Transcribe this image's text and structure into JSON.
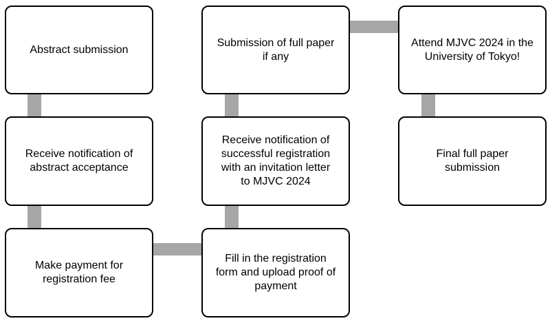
{
  "steps": [
    {
      "label": "Abstract submission"
    },
    {
      "label": "Receive notification of\nabstract acceptance"
    },
    {
      "label": "Make payment for\nregistration fee"
    },
    {
      "label": "Fill in the registration\nform and upload proof of\npayment"
    },
    {
      "label": "Receive notification of\nsuccessful registration\nwith an invitation letter\nto MJVC 2024"
    },
    {
      "label": "Submission of full paper\nif any"
    },
    {
      "label": "Attend MJVC 2024 in the\nUniversity of Tokyo!"
    },
    {
      "label": "Final full paper\nsubmission"
    }
  ],
  "colors": {
    "connector": "#a6a6a6",
    "box_border": "#000000",
    "box_fill": "#ffffff"
  }
}
